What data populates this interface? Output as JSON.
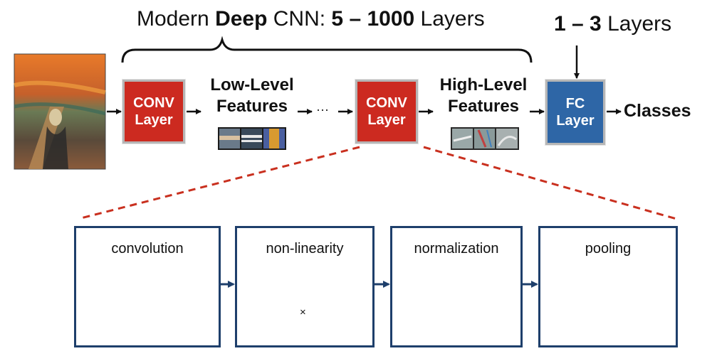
{
  "header": {
    "title_pre": "Modern ",
    "title_bold": "Deep",
    "title_mid": " CNN: ",
    "title_range": "5 – 1000",
    "title_post": " Layers",
    "fc_range": "1 – 3",
    "fc_post": " Layers"
  },
  "pipeline": {
    "conv1": {
      "line1": "CONV",
      "line2": "Layer"
    },
    "low_level": {
      "line1": "Low-Level",
      "line2": "Features"
    },
    "ellipsis": "···",
    "conv2": {
      "line1": "CONV",
      "line2": "Layer"
    },
    "high_level": {
      "line1": "High-Level",
      "line2": "Features"
    },
    "fc": {
      "line1": "FC",
      "line2": "Layer"
    },
    "output": "Classes"
  },
  "operations": [
    {
      "label": "convolution"
    },
    {
      "label": "non-linearity",
      "symbol": "×"
    },
    {
      "label": "normalization"
    },
    {
      "label": "pooling"
    }
  ],
  "colors": {
    "conv": "#cc2a20",
    "fc": "#2e66a6",
    "frame": "#1e3f6b",
    "dashed": "#c9301f",
    "feature_blue": "#7fa3c9",
    "feature_green": "#c6df9b",
    "feature_red": "#e03a22"
  }
}
